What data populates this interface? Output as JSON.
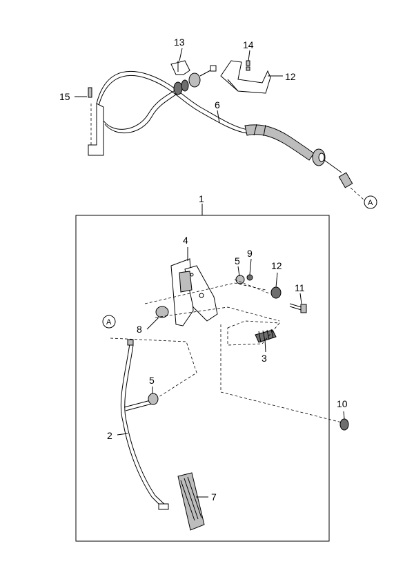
{
  "labels": {
    "p1": "1",
    "p2": "2",
    "p3": "3",
    "p4": "4",
    "p5a": "5",
    "p5b": "5",
    "p6": "6",
    "p7": "7",
    "p8": "8",
    "p9": "9",
    "p10": "10",
    "p11": "11",
    "p12a": "12",
    "p12b": "12",
    "p13": "13",
    "p14": "14",
    "p15": "15"
  },
  "refs": {
    "a_top": "A",
    "a_pedal": "A"
  }
}
